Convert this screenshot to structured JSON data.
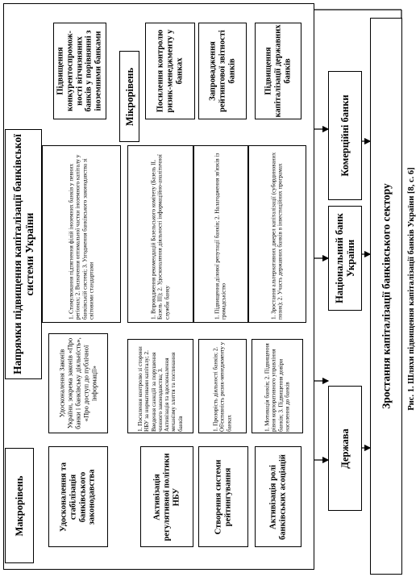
{
  "diagram": {
    "macro_level": "Макрорівень",
    "micro_level": "Мікрорівень",
    "directions": "Напрямки підвищення капіталізації банківської системи України",
    "goal": "Зростання капіталізації банківського сектору",
    "caption": "Рис. 1. Шляхи підвищення капіталізації банків України [8, с. 6]",
    "actors": {
      "commercial_banks": "Комерційні банки",
      "national_bank": "Національний банк України",
      "state": "Держава"
    },
    "micro_measures": [
      {
        "title": "Підвищення конкурентоспромож-ності вітчизняних банків у порівнянні з іноземними банками",
        "details": "1. Стимулювання підтягнення філій іноземних банків у певних регіонах; 2. Визначення оптимальної частки іноземного капіталу у банківській системі; 3. Узгодження банківського законодавства зі світовими стандартами"
      },
      {
        "title": "Посилення контролю ризик-менеджменту у банках",
        "details": "1. Впровадження рекомендацій Базельського комітету (Базель II, Базель III); 2. Удосконалення діяльності інформаційно-аналітичної служби банку"
      },
      {
        "title": "Запровадження рейтингової звітності банків",
        "details": "1. Підвищення ділової репутації банків; 2. Налагодження зв'язків із громадськістю"
      },
      {
        "title": "Підвищення капіталізації державних банків",
        "details": "1. Зростання альтернативних джерел капіталізації (субординованих позик); 2. Участь державних банків в інвестиційних програмах"
      }
    ],
    "macro_measures": [
      {
        "title": "Удосконалення та стабілізація банківського законодавства",
        "details": "Удосконалення Законів України, зокрема законів «Про банки і банківську діяльність», «Про доступ до публічної інформації»"
      },
      {
        "title": "Активізація регулятивної політики НБУ",
        "details": "1. Посилення контролю зі сторони НБУ за нормативами капіталу; 2. Введення санкцій за порушення чинного законодавства; 3. Активізація та вдосконалення механізму злиття та поглинання банків"
      },
      {
        "title": "Створення системи рейтингування",
        "details": "1. Прозорість діяльності банків; 2. Об'єктивність ризик-менеджменту у банках"
      },
      {
        "title": "Активізація ролі банківських асоціацій",
        "details": "1. Мотивація банків; 2. Підвищення рівня корпоративного управління банків; 3. Підвищення довіри населення до банків"
      }
    ]
  }
}
